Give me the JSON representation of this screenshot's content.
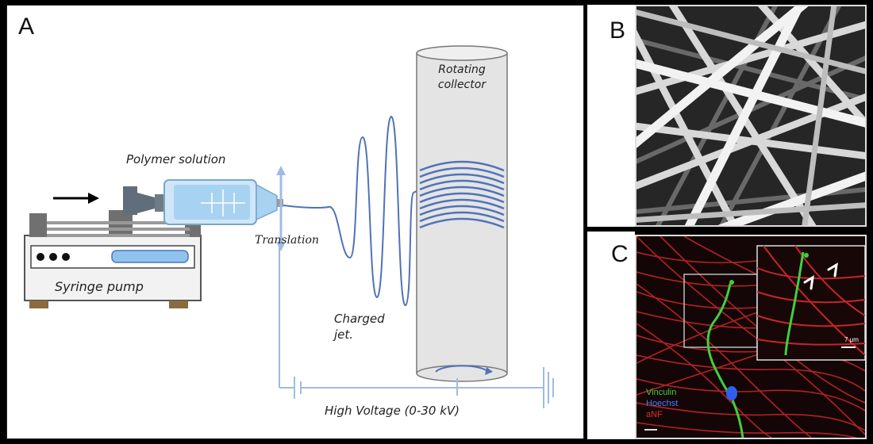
{
  "panels": {
    "a": {
      "letter": "A",
      "labels": {
        "polymer_solution": "Polymer solution",
        "rotating_collector": "Rotating collector",
        "translation": "Translation",
        "syringe_pump": "Syringe pump",
        "charged_jet": "Charged jet.",
        "high_voltage": "High Voltage (0-30 kV)"
      }
    },
    "b": {
      "letter": "B"
    },
    "c": {
      "letter": "C",
      "legend": {
        "vinculin": "Vinculin",
        "hoechst": "Hoechst",
        "anf": "aNF"
      },
      "scale": "7 μm"
    }
  },
  "colors": {
    "accent_blue": "#4f73b8",
    "light_blue": "#9fc9ec",
    "fiber_red": "#d3272b",
    "vinculin_green": "#3fd03f",
    "hoechst_blue": "#2f5ff0"
  }
}
